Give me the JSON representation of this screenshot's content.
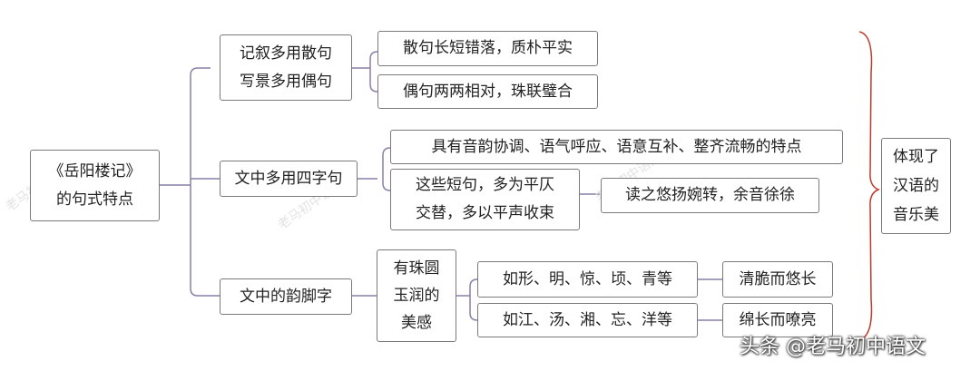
{
  "root": "《岳阳楼记》的句式特点",
  "root_lines": [
    "《岳阳楼记》",
    "的句式特点"
  ],
  "branch1": {
    "label_lines": [
      "记叙多用散句",
      "写景多用偶句"
    ],
    "children": [
      "散句长短错落，质朴平实",
      "偶句两两相对，珠联璧合"
    ]
  },
  "branch2": {
    "label": "文中多用四字句",
    "child1": "具有音韵协调、语气呼应、语意互补、整齐流畅的特点",
    "child2_lines": [
      "这些短句，多为平仄",
      "交替，多以平声收束"
    ],
    "child2_result": "读之悠扬婉转，余音徐徐"
  },
  "branch3": {
    "label": "文中的韵脚字",
    "mid_lines": [
      "有珠圆",
      "玉润的",
      "美感"
    ],
    "rows": [
      {
        "chars": "如形、明、惊、顷、青等",
        "effect": "清脆而悠长"
      },
      {
        "chars": "如江、汤、湘、忘、洋等",
        "effect": "绵长而嘹亮"
      }
    ]
  },
  "summary_lines": [
    "体现了",
    "汉语的",
    "音乐美"
  ],
  "watermark": "老马初中语文",
  "footer": "头条 @老马初中语文",
  "colors": {
    "connector": "#8a7fa8",
    "brace": "#c0392b",
    "border": "#7a7a7a"
  }
}
